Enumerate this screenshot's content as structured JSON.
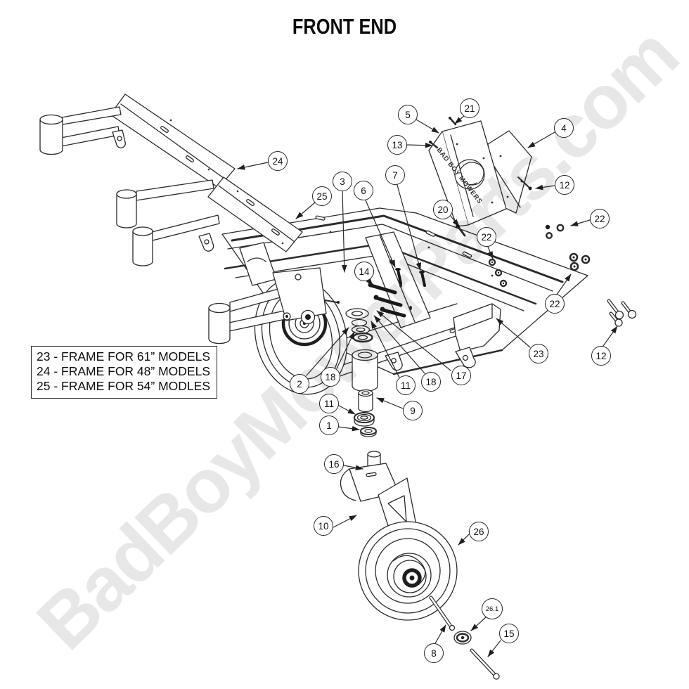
{
  "title": "FRONT END",
  "watermark": "BadBoyMowerParts.com",
  "legend": {
    "lines": [
      "23 - FRAME FOR 61” MODELS",
      "24 - FRAME FOR 48” MODELS",
      "25 - FRAME FOR 54” MODLES"
    ]
  },
  "plate": {
    "brand": "BAD BOY MOWERS"
  },
  "balloon_labels": {
    "1": "1",
    "2": "2",
    "3": "3",
    "4": "4",
    "5": "5",
    "6": "6",
    "7": "7",
    "8": "8",
    "9": "9",
    "10": "10",
    "11": "11",
    "12": "12",
    "13": "13",
    "14": "14",
    "15": "15",
    "16": "16",
    "17": "17",
    "18": "18",
    "20": "20",
    "21": "21",
    "22": "22",
    "23": "23",
    "24": "24",
    "25": "25",
    "26": "26",
    "26_1": "26.1"
  },
  "colors": {
    "line": "#2b2b2b",
    "dark": "#1f1f1f",
    "watermark": "#e7e7e7"
  }
}
